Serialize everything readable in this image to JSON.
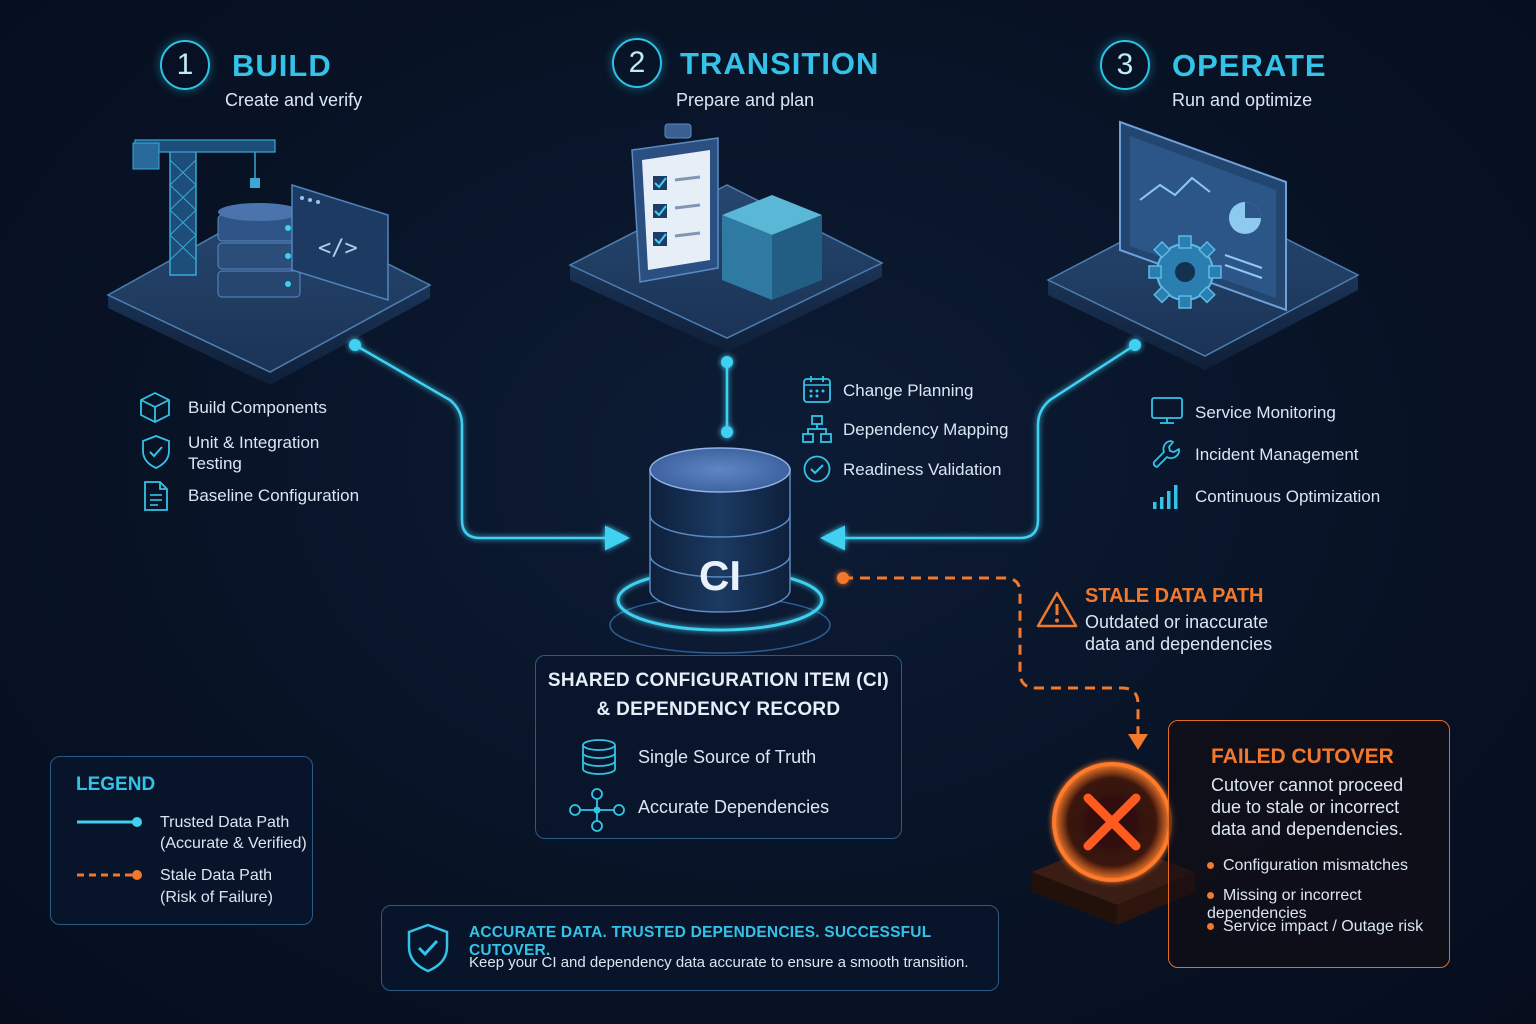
{
  "phases": [
    {
      "number": "1",
      "title": "BUILD",
      "subtitle": "Create and verify",
      "features": [
        "Build Components",
        "Unit & Integration\nTesting",
        "Baseline Configuration"
      ]
    },
    {
      "number": "2",
      "title": "TRANSITION",
      "subtitle": "Prepare and plan",
      "features": [
        "Change Planning",
        "Dependency Mapping",
        "Readiness Validation"
      ]
    },
    {
      "number": "3",
      "title": "OPERATE",
      "subtitle": "Run and optimize",
      "features": [
        "Service Monitoring",
        "Incident Management",
        "Continuous Optimization"
      ]
    }
  ],
  "ci": {
    "label": "CI",
    "title_line1": "SHARED CONFIGURATION ITEM (CI)",
    "title_line2": "& DEPENDENCY RECORD",
    "items": [
      "Single Source of Truth",
      "Accurate Dependencies"
    ]
  },
  "stale": {
    "title": "STALE DATA PATH",
    "line1": "Outdated or inaccurate",
    "line2": "data and dependencies"
  },
  "failed": {
    "title": "FAILED CUTOVER",
    "desc_lines": [
      "Cutover cannot proceed",
      "due to stale or incorrect",
      "data and dependencies."
    ],
    "bullets": [
      "Configuration mismatches",
      "Missing or incorrect dependencies",
      "Service impact / Outage risk"
    ]
  },
  "legend": {
    "title": "LEGEND",
    "trusted_line1": "Trusted Data Path",
    "trusted_line2": "(Accurate & Verified)",
    "stale_line1": "Stale Data Path",
    "stale_line2": "(Risk of Failure)"
  },
  "banner": {
    "headline": "ACCURATE DATA. TRUSTED DEPENDENCIES. SUCCESSFUL CUTOVER.",
    "text": "Keep your CI and dependency data accurate to ensure a smooth transition."
  },
  "colors": {
    "trusted": "#3fd0f2",
    "stale": "#f2782b",
    "accent": "#33c3e8",
    "background": "#081326"
  }
}
